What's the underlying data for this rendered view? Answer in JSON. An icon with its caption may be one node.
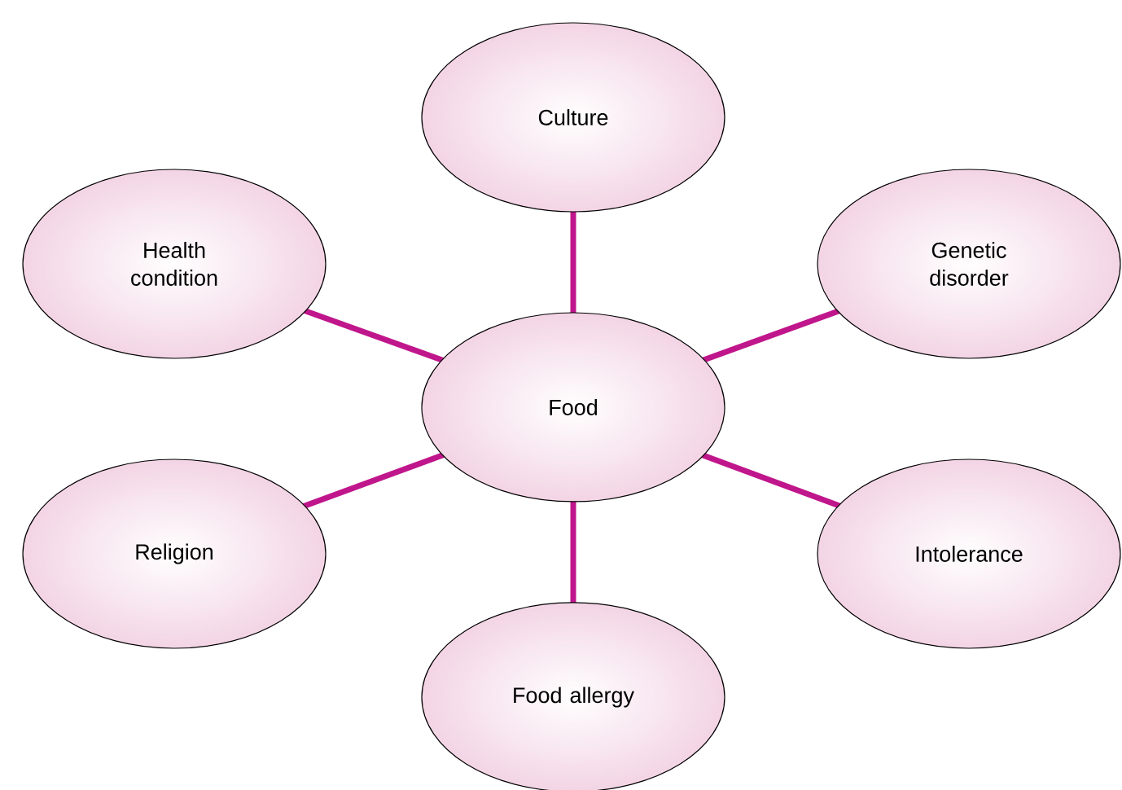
{
  "diagram": {
    "nodes": [
      {
        "text": [
          "Culture"
        ]
      },
      {
        "text": [
          "Health condition"
        ]
      },
      {
        "text": [
          "Genetic disorder"
        ]
      },
      {
        "text": [
          "Food"
        ]
      },
      {
        "text": [
          "Religion"
        ]
      },
      {
        "text": [
          "Intolerance"
        ]
      },
      {
        "text": [
          "Food allergy"
        ]
      }
    ],
    "edges": [
      {
        "from": 3,
        "to": 0,
        "arrow": "none"
      },
      {
        "from": 3,
        "to": 1,
        "arrow": "none"
      },
      {
        "from": 3,
        "to": 2,
        "arrow": "none"
      },
      {
        "from": 3,
        "to": 4,
        "arrow": "none"
      },
      {
        "from": 3,
        "to": 5,
        "arrow": "none"
      },
      {
        "from": 3,
        "to": 6,
        "arrow": "none"
      }
    ]
  }
}
